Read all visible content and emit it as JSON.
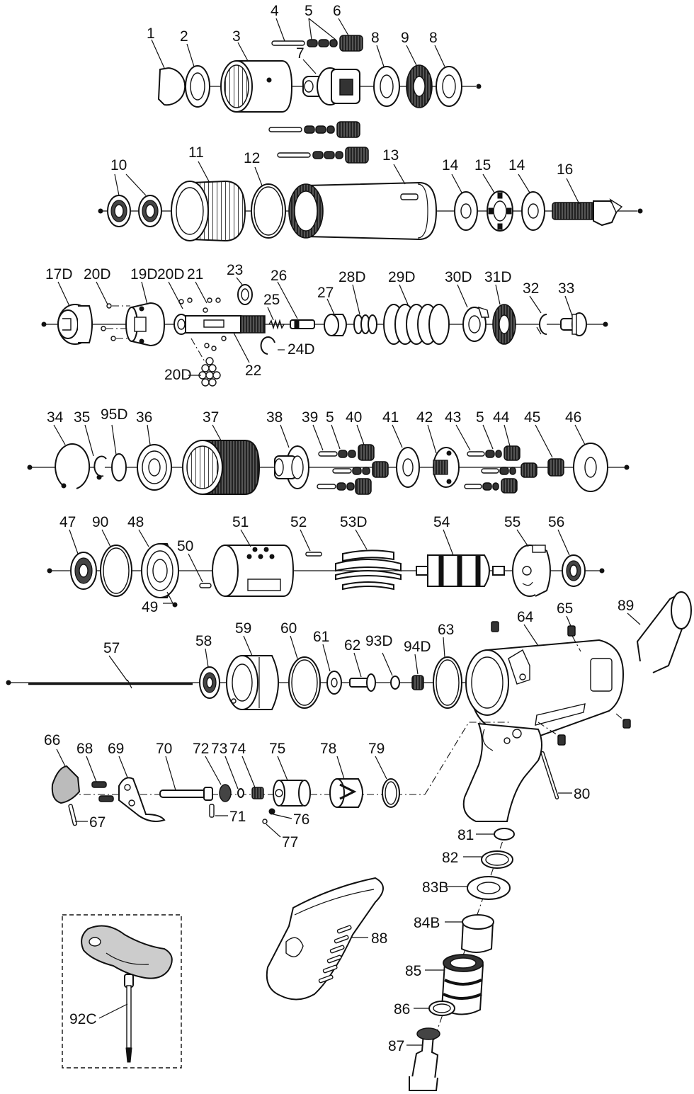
{
  "labels": {
    "p1": "1",
    "p2": "2",
    "p3": "3",
    "p4": "4",
    "p5a": "5",
    "p6": "6",
    "p7": "7",
    "p8a": "8",
    "p9": "9",
    "p8b": "8",
    "p10": "10",
    "p11": "11",
    "p12": "12",
    "p13": "13",
    "p14a": "14",
    "p15": "15",
    "p14b": "14",
    "p16": "16",
    "p17D": "17D",
    "p20Da": "20D",
    "p19D": "19D",
    "p20Db": "20D",
    "p21": "21",
    "p23": "23",
    "p25": "25",
    "p26": "26",
    "p27": "27",
    "p28D": "28D",
    "p29D": "29D",
    "p30D": "30D",
    "p31D": "31D",
    "p32": "32",
    "p33": "33",
    "p24D": "24D",
    "p22": "22",
    "p20Dc": "20D",
    "p34": "34",
    "p35": "35",
    "p95D": "95D",
    "p36": "36",
    "p37": "37",
    "p38": "38",
    "p39": "39",
    "p5b": "5",
    "p40": "40",
    "p41": "41",
    "p42": "42",
    "p43": "43",
    "p5c": "5",
    "p44": "44",
    "p45": "45",
    "p46": "46",
    "p47": "47",
    "p90": "90",
    "p48": "48",
    "p50": "50",
    "p51": "51",
    "p52": "52",
    "p53D": "53D",
    "p54": "54",
    "p55": "55",
    "p56": "56",
    "p49": "49",
    "p57": "57",
    "p58": "58",
    "p59": "59",
    "p60": "60",
    "p61": "61",
    "p62": "62",
    "p93D": "93D",
    "p94D": "94D",
    "p63": "63",
    "p64": "64",
    "p65": "65",
    "p89": "89",
    "p66": "66",
    "p68": "68",
    "p69": "69",
    "p70": "70",
    "p72": "72",
    "p73": "73",
    "p74": "74",
    "p75": "75",
    "p78": "78",
    "p79": "79",
    "p80": "80",
    "p67": "67",
    "p71": "71",
    "p76": "76",
    "p77": "77",
    "p81": "81",
    "p82": "82",
    "p83B": "83B",
    "p84B": "84B",
    "p85": "85",
    "p86": "86",
    "p87": "87",
    "p88": "88",
    "p92C": "92C"
  }
}
